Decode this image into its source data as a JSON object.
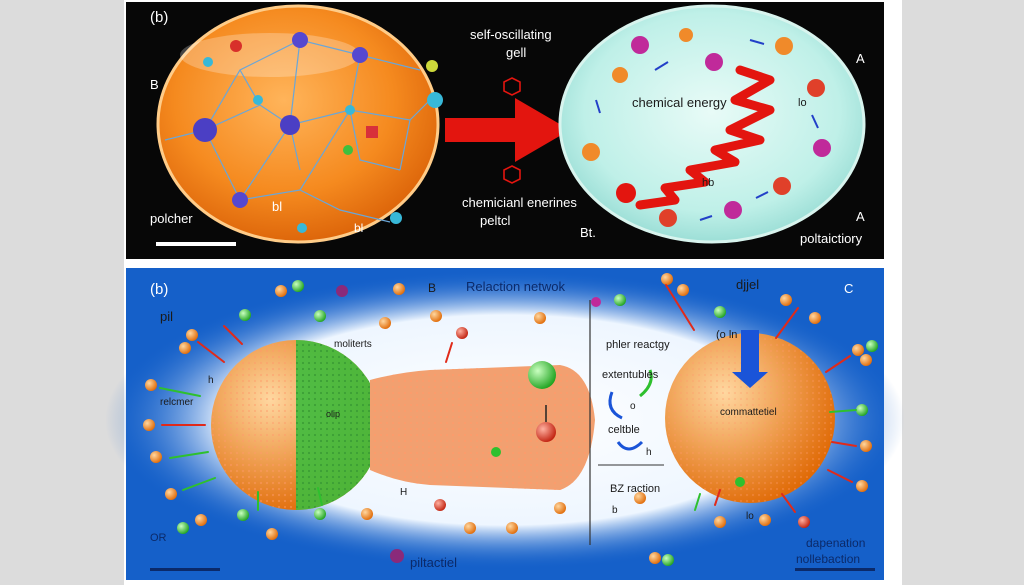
{
  "top_panel": {
    "panel_label": "(b)",
    "left_gel_label": "B",
    "left_gel_note": "bl",
    "left_gel_note2": "bl",
    "left_bottom_label": "polcher",
    "arrow_title_line1": "self-oscillating",
    "arrow_title_line2": "gell",
    "arrow_caption_line1": "chemicianl enerines",
    "arrow_caption_line2": "peltcl",
    "right_center_label": "chemical energy",
    "right_top_label": "A",
    "right_mid_label": "lo",
    "right_spring_label": "hb",
    "right_bottom_left_label": "Bt.",
    "right_bottom_label": "A",
    "right_bottom_right_label": "poltaictiory"
  },
  "bottom_panel": {
    "panel_label": "(b)",
    "label_b": "B",
    "title": "Relaction netwok",
    "label_c": "C",
    "label_pil": "pil",
    "label_molitters": "moliterts",
    "label_h1": "h",
    "label_relcmer": "relcmer",
    "label_olip": "olip",
    "label_H": "H",
    "label_djel": "djjel",
    "label_phler": "phler reactgy",
    "label_extentables": "extentubles",
    "label_o1": "o",
    "label_celtble": "celtble",
    "label_h2": "h",
    "label_oln": "(o ln",
    "label_commo": "commattetiel",
    "label_bz": "BZ raction",
    "label_b2": "b",
    "label_lo": "lo",
    "label_or": "OR",
    "label_piltactiel": "piltactiel",
    "label_dapenation_1": "dapenation",
    "label_dapenation_2": "nollebaction"
  }
}
